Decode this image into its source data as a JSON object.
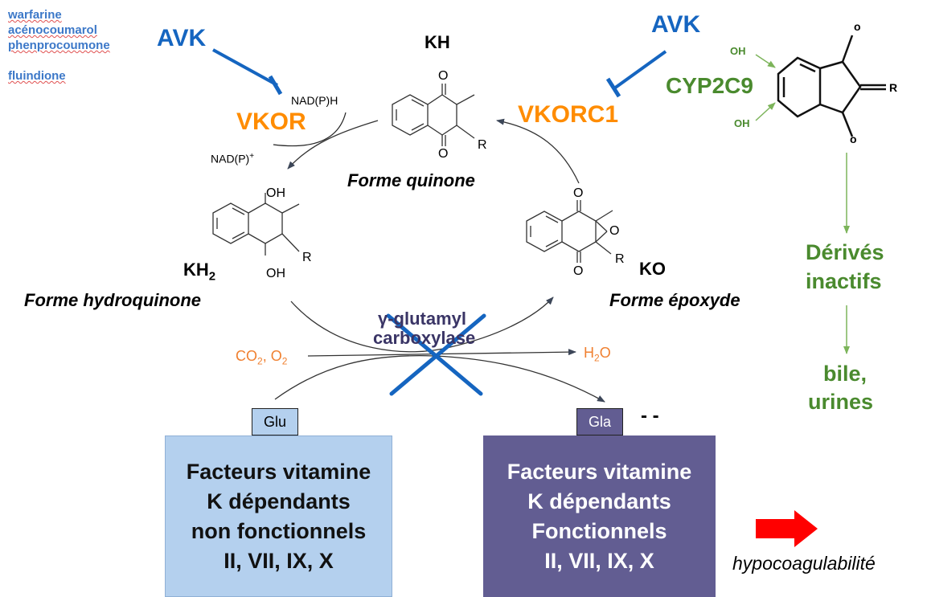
{
  "drugs": [
    "warfarine",
    "acénocoumarol",
    "phenprocoumone",
    "fluindione"
  ],
  "avk_left": "AVK",
  "avk_right": "AVK",
  "vkor": "VKOR",
  "vkorc1": "VKORC1",
  "cyp2c9": "CYP2C9",
  "kh": "KH",
  "quinone_label": "Forme quinone",
  "kh2": "KH",
  "kh2_sub": "2",
  "hydroquinone_label": "Forme hydroquinone",
  "ko": "KO",
  "epoxyde_label": "Forme époxyde",
  "nadph": "NAD(P)H",
  "nadp": "NAD(P)",
  "nadp_sup": "+",
  "enzyme_line1": "γ-glutamyl",
  "enzyme_line2": "carboxylase",
  "co2": "CO",
  "co2_sub": "2",
  "o2": ", O",
  "o2_sub": "2",
  "h2o_h": "H",
  "h2o_sub": "2",
  "h2o_o": "O",
  "glu": "Glu",
  "gla": "Gla",
  "dash": "- -",
  "left_box": [
    "Facteurs vitamine",
    "K dépendants",
    "non fonctionnels",
    "II, VII, IX, X"
  ],
  "right_box": [
    "Facteurs vitamine",
    "K dépendants",
    "Fonctionnels",
    "II, VII, IX, X"
  ],
  "derives": [
    "Dérivés",
    "inactifs"
  ],
  "bile": [
    "bile,",
    "urines"
  ],
  "hypo": "hypocoagulabilité",
  "atom_o": "O",
  "atom_oh": "OH",
  "atom_r": "R",
  "small_o": "o",
  "colors": {
    "blue": "#1565c0",
    "orange": "#ff8c00",
    "green": "#4a8a2e",
    "navy": "#3a3566",
    "light_box": "#b4d0ee",
    "dark_box": "#625d92",
    "red_arrow": "#ff0000"
  }
}
